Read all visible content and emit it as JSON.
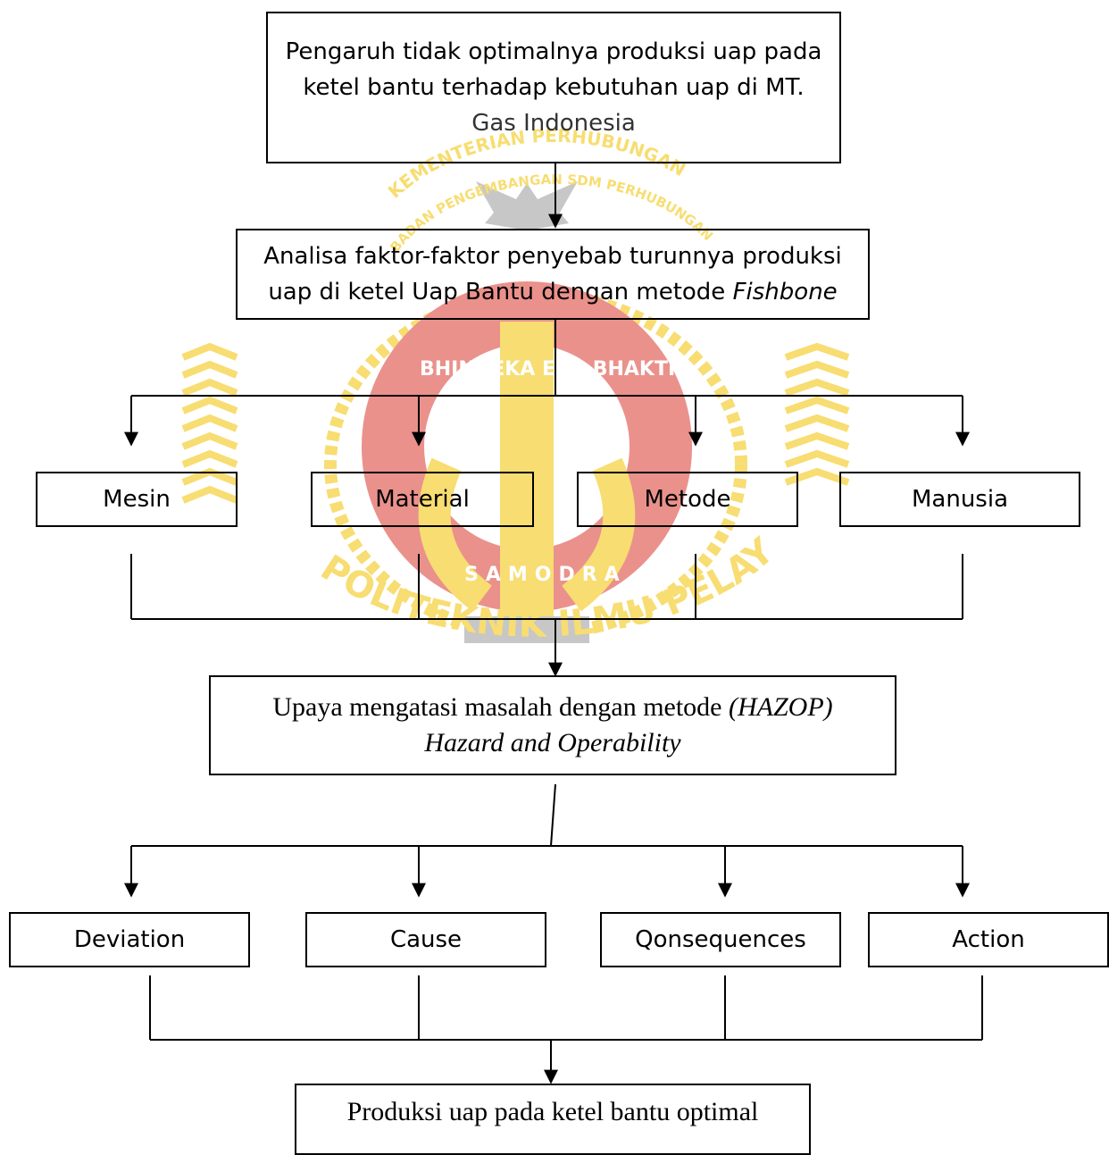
{
  "top_box": {
    "line1": "Pengaruh tidak optimalnya produksi uap pada",
    "line2": "ketel bantu terhadap kebutuhan uap di MT.",
    "line3": "Gas Indonesia"
  },
  "analysis_box": {
    "line1": "Analisa faktor-faktor penyebab turunnya produksi",
    "line2_prefix": "uap di ketel Uap Bantu dengan metode ",
    "line2_italic": "Fishbone"
  },
  "factors": [
    "Mesin",
    "Material",
    "Metode",
    "Manusia"
  ],
  "hazop_box": {
    "line1_prefix": "Upaya mengatasi masalah dengan metode ",
    "line1_italic": "(HAZOP)",
    "line2_italic": "Hazard and Operability"
  },
  "hazop_steps": [
    "Deviation",
    "Cause",
    "Qonsequences",
    "Action"
  ],
  "result_box": {
    "text": "Produksi uap pada ketel bantu optimal"
  },
  "watermark": {
    "arc_top": "KEMENTERIAN PERHUBUNGAN",
    "arc_inner": "BADAN PENGEMBANGAN SDM PERHUBUNGAN",
    "motto": "BHINNEKA EKA BHAKTI",
    "samodra": "SAMODRA",
    "arc_bottom": "POLITEKNIK ILMU PELAYARAN",
    "colors": {
      "gold": "#f2c200",
      "red": "#d9392f",
      "gray": "#9a9a9a"
    }
  }
}
